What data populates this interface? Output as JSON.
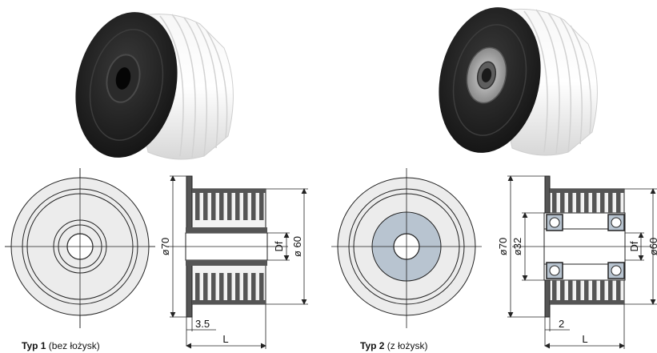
{
  "colors": {
    "roller_dark": "#1e1e1e",
    "roller_white": "#eeeeee",
    "bearing_grey": "#b8c4d0",
    "hatch_dark": "#555555",
    "line": "#222222"
  },
  "type1": {
    "caption_bold": "Typ 1",
    "caption_rest": " (bez łożysk)",
    "dims": {
      "outer": "ø70",
      "pulley": "ø 60",
      "bore": "Df",
      "flange": "3.5",
      "length": "L"
    }
  },
  "type2": {
    "caption_bold": "Typ 2",
    "caption_rest": " (z łożysk)",
    "dims": {
      "outer": "ø70",
      "bearing": "ø32",
      "pulley": "ø60",
      "bore": "Df",
      "flange": "2",
      "length": "L"
    }
  }
}
